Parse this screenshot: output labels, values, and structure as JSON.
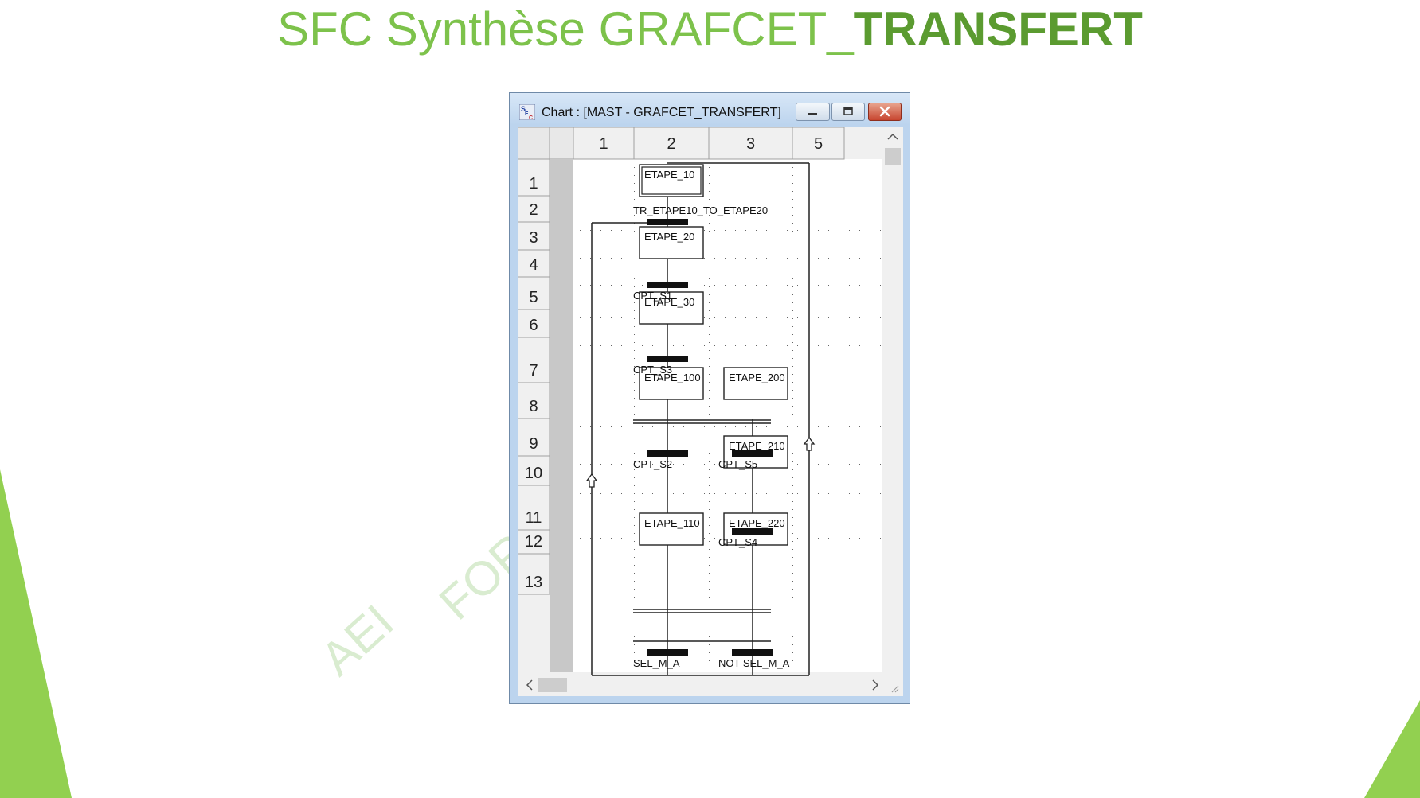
{
  "slide": {
    "title_regular": "SFC Synthèse GRAFCET_",
    "title_bold": "TRANSFERT",
    "watermark_1": "AEI",
    "watermark_2": "FOR"
  },
  "window": {
    "title": "Chart : [MAST - GRAFCET_TRANSFERT]",
    "icon": "sfc-chart-icon",
    "buttons": [
      "minimize-icon",
      "maximize-icon",
      "close-icon"
    ]
  },
  "grid": {
    "columns": [
      "1",
      "2",
      "3",
      "5"
    ],
    "rows": [
      "1",
      "2",
      "3",
      "4",
      "5",
      "6",
      "7",
      "8",
      "9",
      "10",
      "11",
      "12",
      "13"
    ]
  },
  "steps": {
    "etape_10": "ETAPE_10",
    "etape_20": "ETAPE_20",
    "etape_30": "ETAPE_30",
    "etape_100": "ETAPE_100",
    "etape_200": "ETAPE_200",
    "etape_210": "ETAPE_210",
    "etape_110": "ETAPE_110",
    "etape_220": "ETAPE_220"
  },
  "transitions": {
    "t1": "TR_ETAPE10_TO_ETAPE20",
    "t2": "CPT_S1",
    "t3": "CPT_S3",
    "t4": "CPT_S2",
    "t5": "CPT_S5",
    "t6": "CPT_S4",
    "t7": "SEL_M_A",
    "t8": "NOT SEL_M_A"
  },
  "colors": {
    "title_green": "#7dc24b",
    "title_bold_green": "#5b9b30",
    "accent_green": "#92d050",
    "close_red": "#c7452f"
  }
}
